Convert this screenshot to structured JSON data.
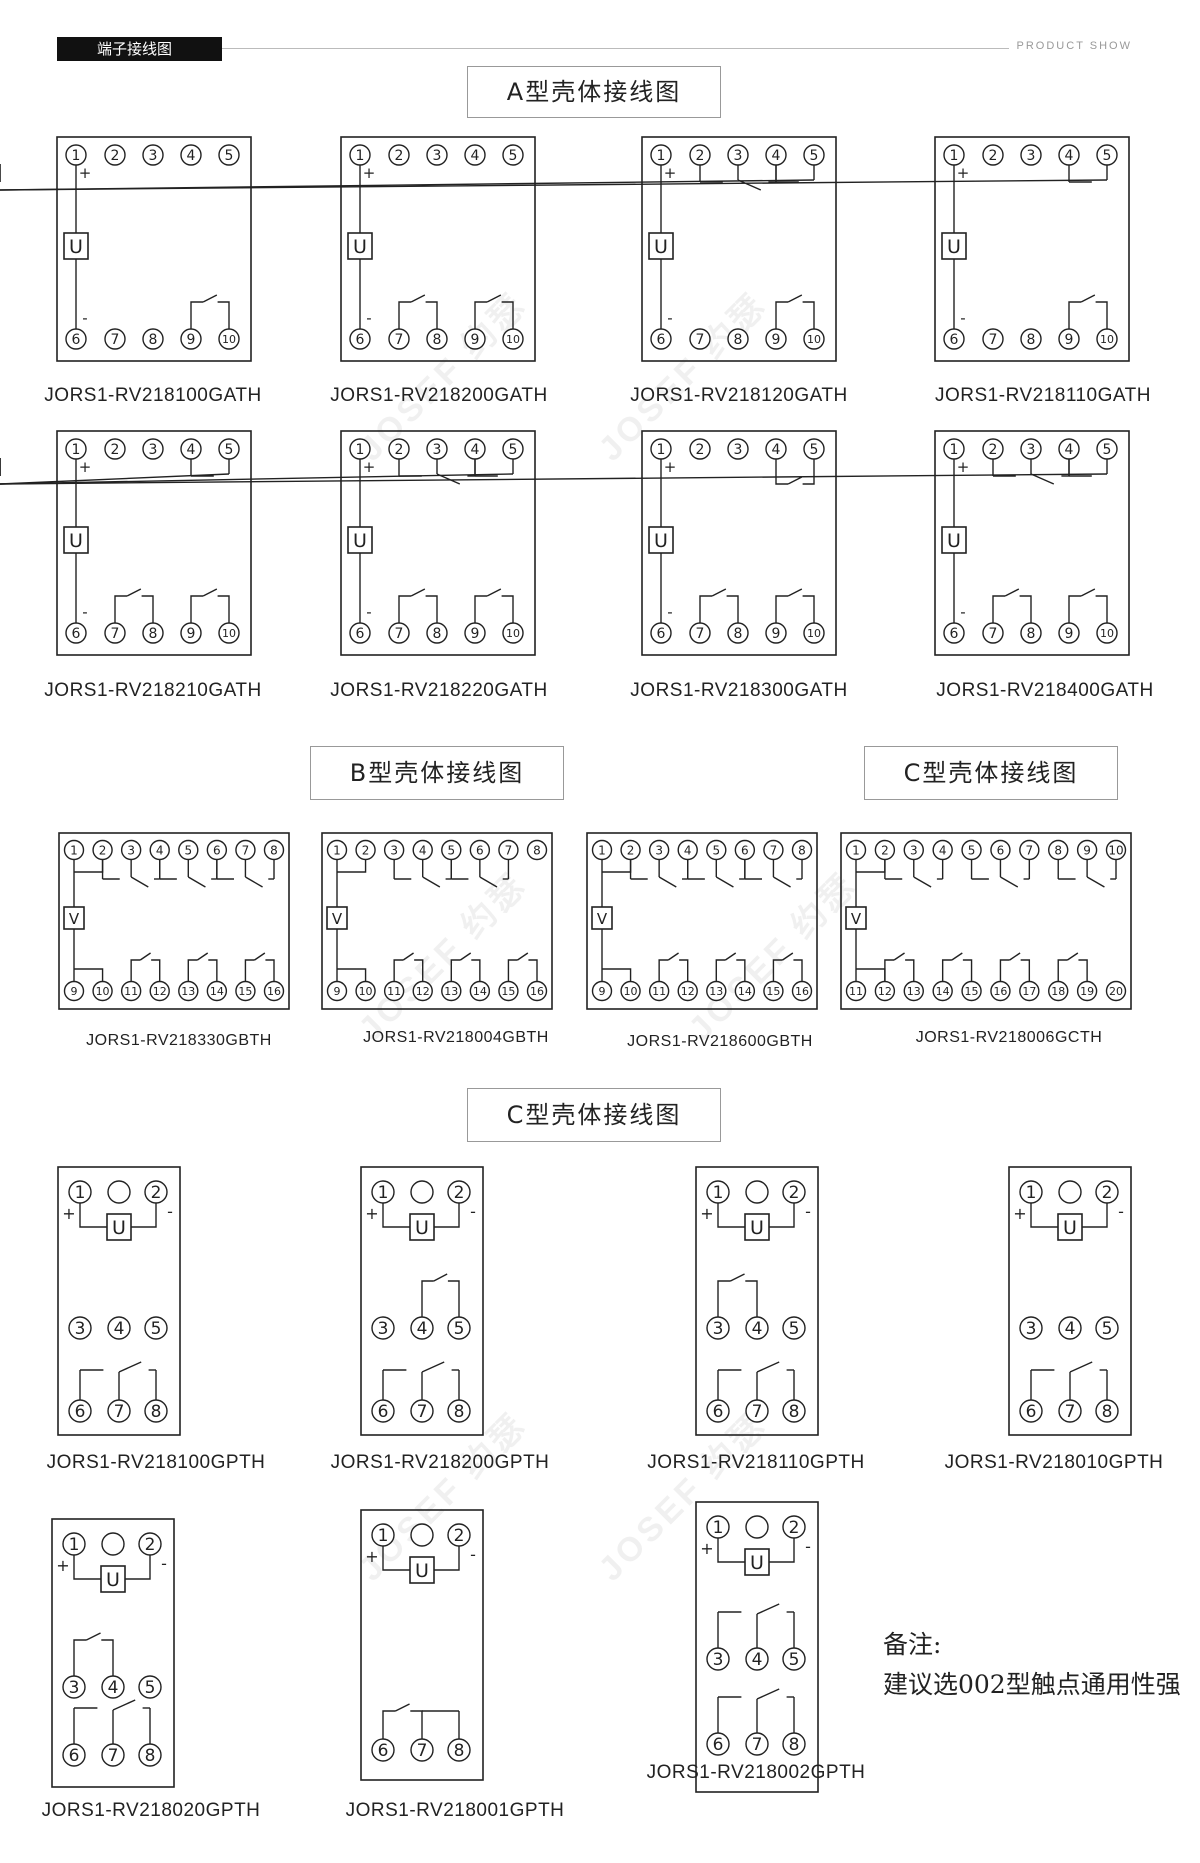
{
  "header": {
    "tag": "端子接线图",
    "right": "PRODUCT SHOW"
  },
  "sections": {
    "a": "A型壳体接线图",
    "b": "B型壳体接线图",
    "c1": "C型壳体接线图",
    "c2": "C型壳体接线图"
  },
  "coil": {
    "u": "U",
    "v": "V",
    "plus": "+",
    "minus": "-"
  },
  "models": [
    "JORS1-RV218100GATH",
    "JORS1-RV218200GATH",
    "JORS1-RV218120GATH",
    "JORS1-RV218110GATH",
    "JORS1-RV218210GATH",
    "JORS1-RV218220GATH",
    "JORS1-RV218300GATH",
    "JORS1-RV218400GATH",
    "JORS1-RV218330GBTH",
    "JORS1-RV218004GBTH",
    "JORS1-RV218600GBTH",
    "JORS1-RV218006GCTH",
    "JORS1-RV218100GPTH",
    "JORS1-RV218200GPTH",
    "JORS1-RV218110GPTH",
    "JORS1-RV218010GPTH",
    "JORS1-RV218020GPTH",
    "JORS1-RV218001GPTH",
    "JORS1-RV218002GPTH"
  ],
  "note": {
    "title": "备注:",
    "text": "建议选002型触点通用性强"
  },
  "watermark": "JOSEF 约瑟"
}
